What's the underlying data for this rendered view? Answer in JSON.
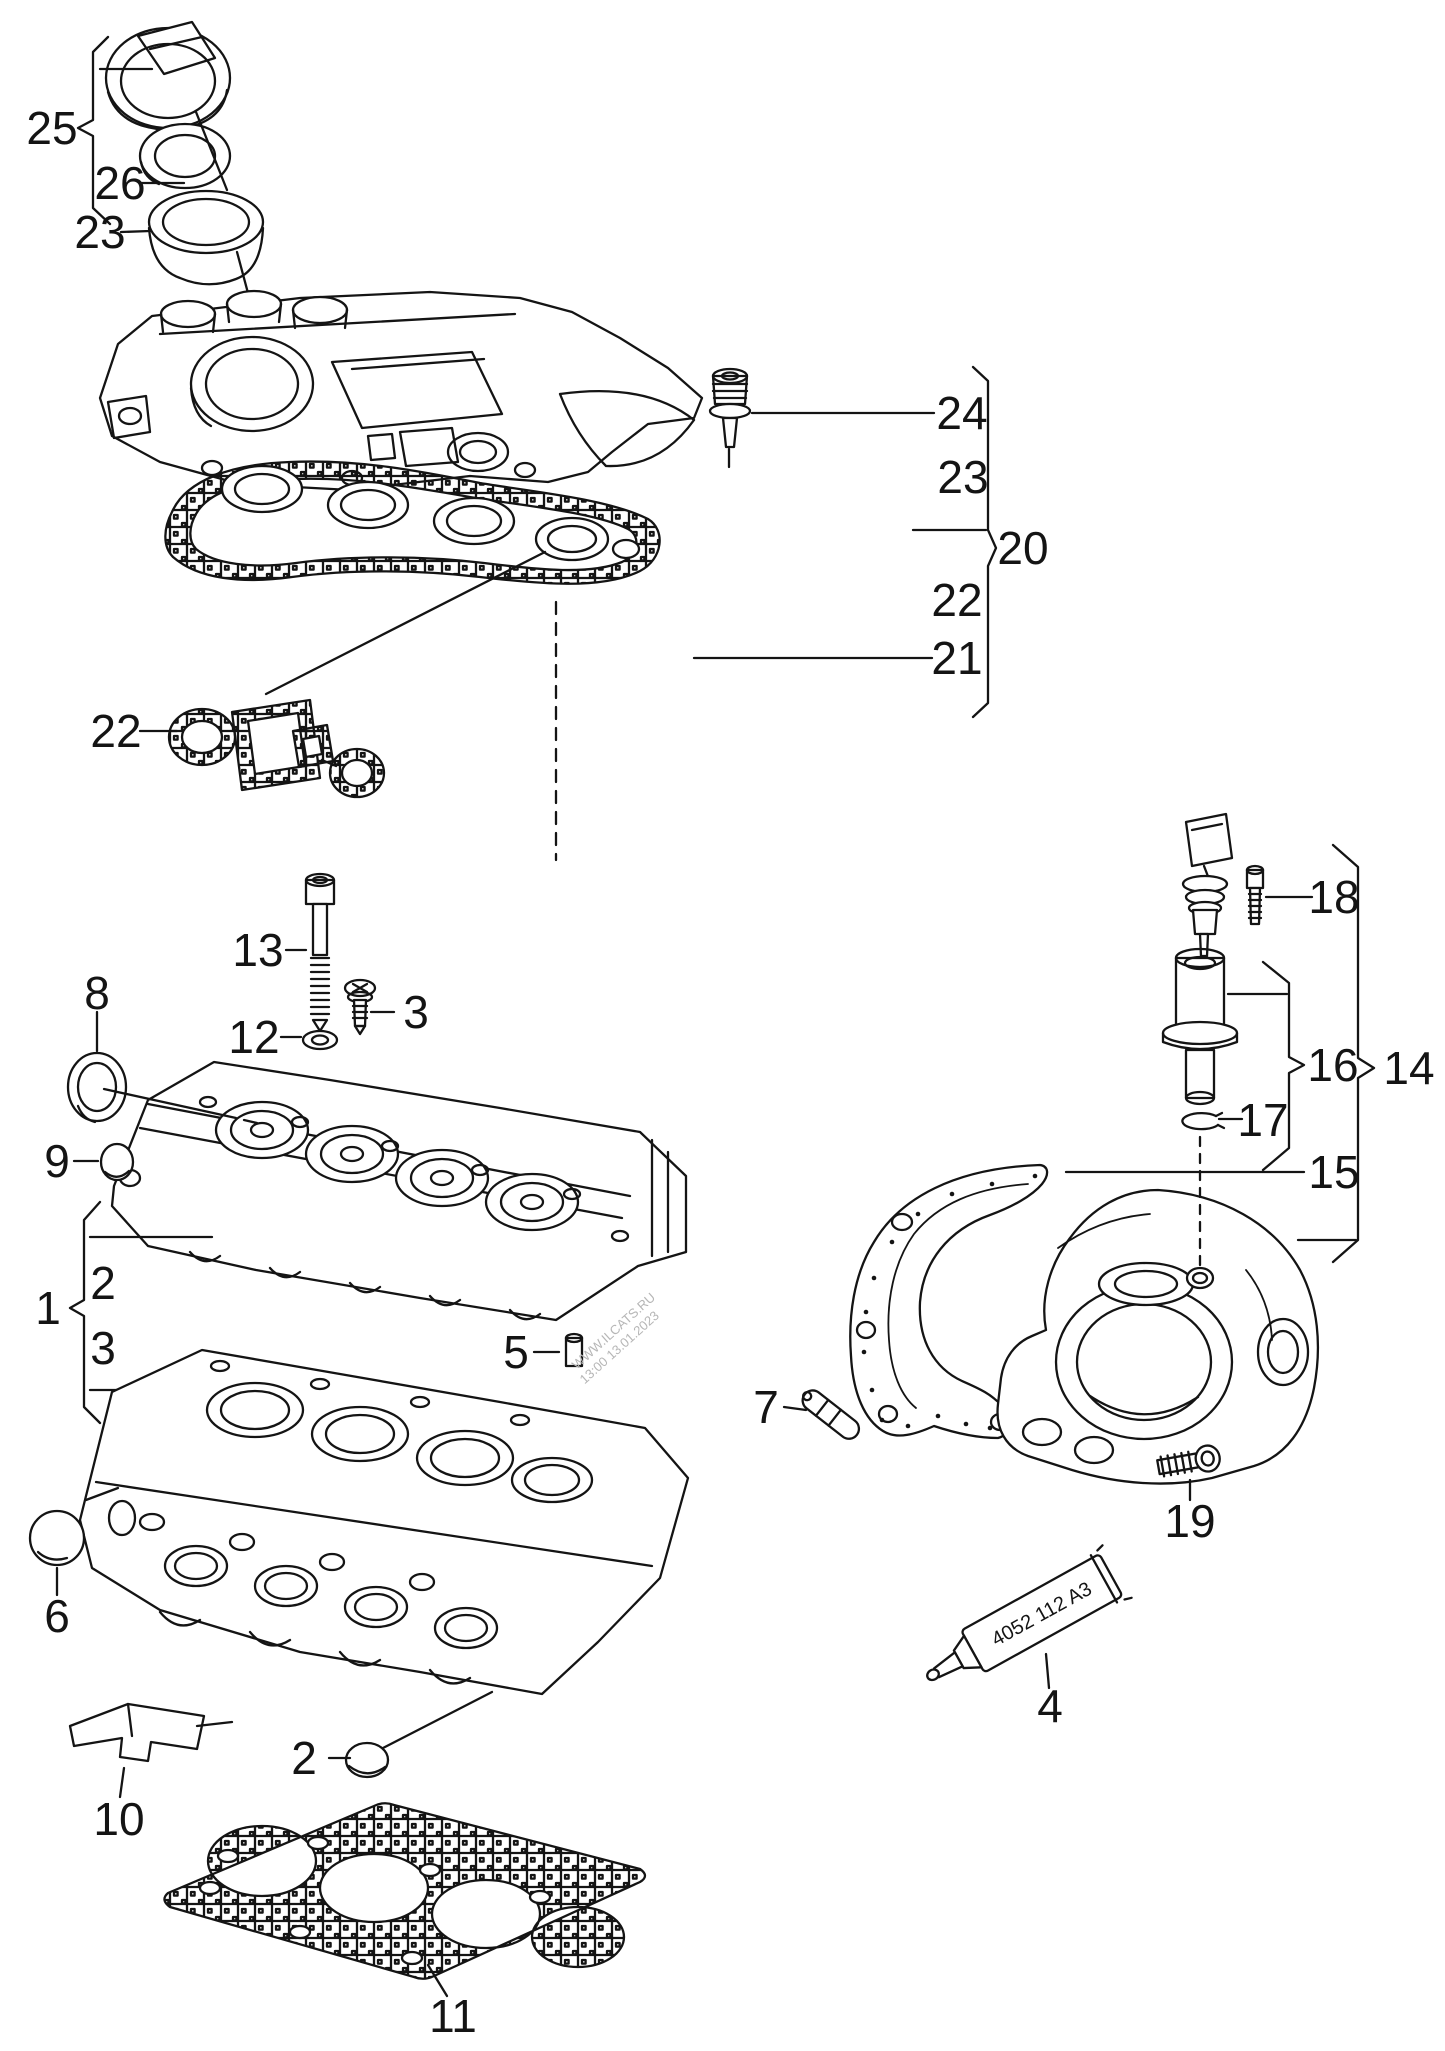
{
  "diagram": {
    "callouts": {
      "c25": "25",
      "c26": "26",
      "c23_left": "23",
      "c24": "24",
      "c23_right": "23",
      "c20": "20",
      "c22_right": "22",
      "c21": "21",
      "c22_left": "22",
      "c13": "13",
      "c12": "12",
      "c3_top": "3",
      "c8": "8",
      "c9": "9",
      "c1": "1",
      "c2_group": "2",
      "c3_group": "3",
      "c5": "5",
      "c7": "7",
      "c18": "18",
      "c16": "16",
      "c14": "14",
      "c17": "17",
      "c15": "15",
      "c19": "19",
      "c6": "6",
      "c10": "10",
      "c2_bottom": "2",
      "c4": "4",
      "c11": "11"
    },
    "sealant_tube_text": "4052 112 A3",
    "watermark": {
      "line1": "WWW.ILCATS.RU",
      "line2": "13:00 13.01.2023"
    }
  }
}
